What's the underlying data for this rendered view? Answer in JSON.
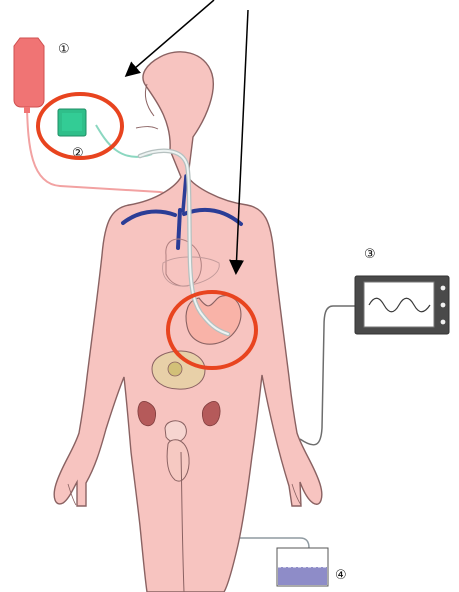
{
  "diagram": {
    "labels": {
      "iv_bag": "①",
      "pump": "②",
      "monitor": "③",
      "urine_bag": "④"
    }
  },
  "colors": {
    "skin": "#f7c4c0",
    "skin_outline": "#8a6262",
    "highlight_circle": "#e8441f",
    "iv_bag": "#f07474",
    "pump": "#2fbf8a",
    "monitor_body": "#4a4a4a",
    "monitor_screen": "#ffffff",
    "urine_fluid": "#8e8cc8",
    "vein": "#2b3d96",
    "kidney": "#b55a5a",
    "tube": "#b7c0bf"
  },
  "icons": [
    "iv-bag-icon",
    "infusion-pump-icon",
    "patient-monitor-icon",
    "urine-collection-bag-icon",
    "arrow-icon"
  ]
}
